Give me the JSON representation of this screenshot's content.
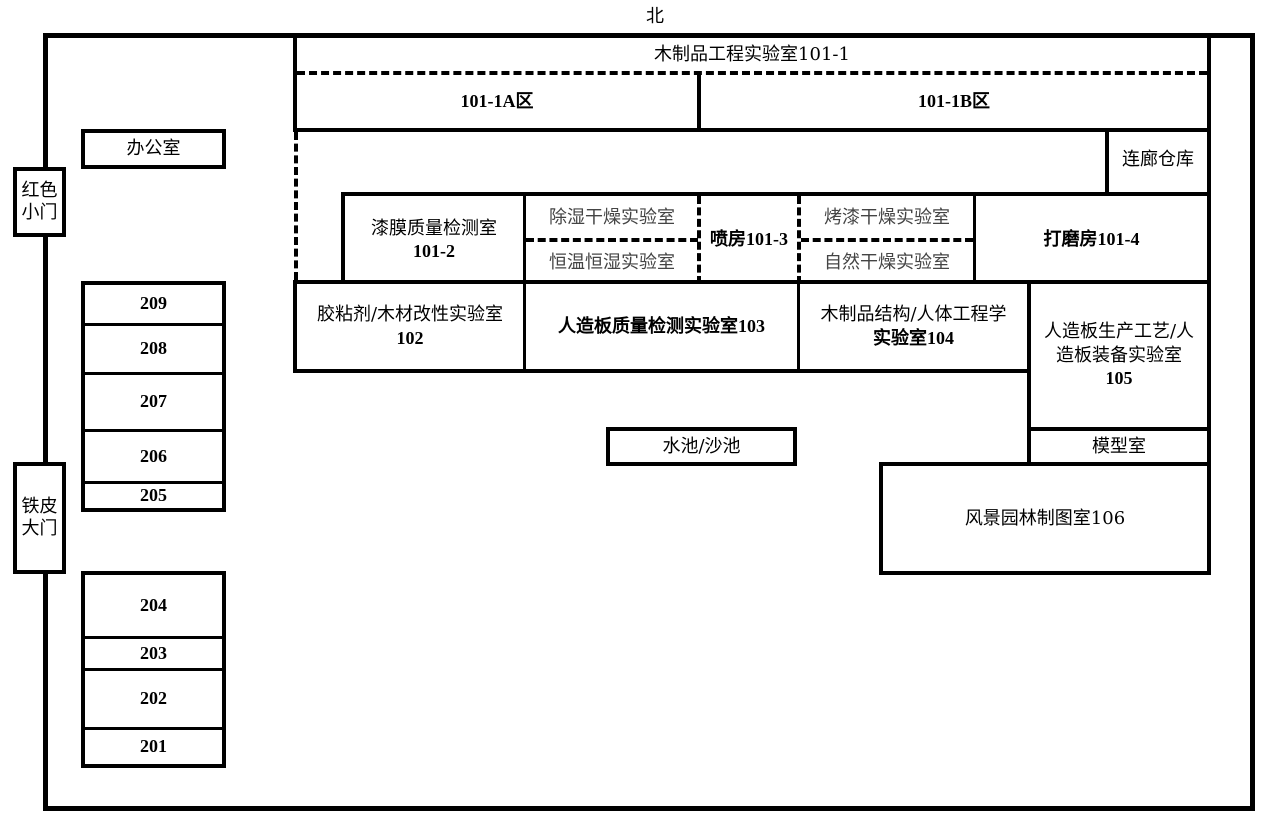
{
  "compass": {
    "north": "北"
  },
  "gates": {
    "red_small_gate": [
      "红色",
      "小门"
    ],
    "iron_gate": [
      "铁皮",
      "大门"
    ]
  },
  "left_building": {
    "office": "办公室",
    "rooms_upper": [
      "209",
      "208",
      "207",
      "206",
      "205"
    ],
    "rooms_lower": [
      "204",
      "203",
      "202",
      "201"
    ]
  },
  "main_building": {
    "wood_lab": "木制品工程实验室101-1",
    "zone_a": "101-1A区",
    "zone_b": "101-1B区",
    "corridor_storage": "连廊仓库",
    "paint_film_lab": [
      "漆膜质量检测室",
      "101-2"
    ],
    "dehumid_lab": "除湿干燥实验室",
    "const_temp_lab": "恒温恒湿实验室",
    "spray_room": "喷房101-3",
    "bake_lab": "烤漆干燥实验室",
    "natural_dry_lab": "自然干燥实验室",
    "sanding_room": "打磨房101-4",
    "adhesive_lab": [
      "胶粘剂/木材改性实验室",
      "102"
    ],
    "panel_quality_lab": "人造板质量检测实验室103",
    "structure_lab": [
      "木制品结构/人体工程学",
      "实验室104"
    ],
    "panel_process_lab": [
      "人造板生产工艺/人",
      "造板装备实验室",
      "105"
    ],
    "model_room": "模型室",
    "landscape_room": "风景园林制图室106",
    "pool": "水池/沙池"
  }
}
